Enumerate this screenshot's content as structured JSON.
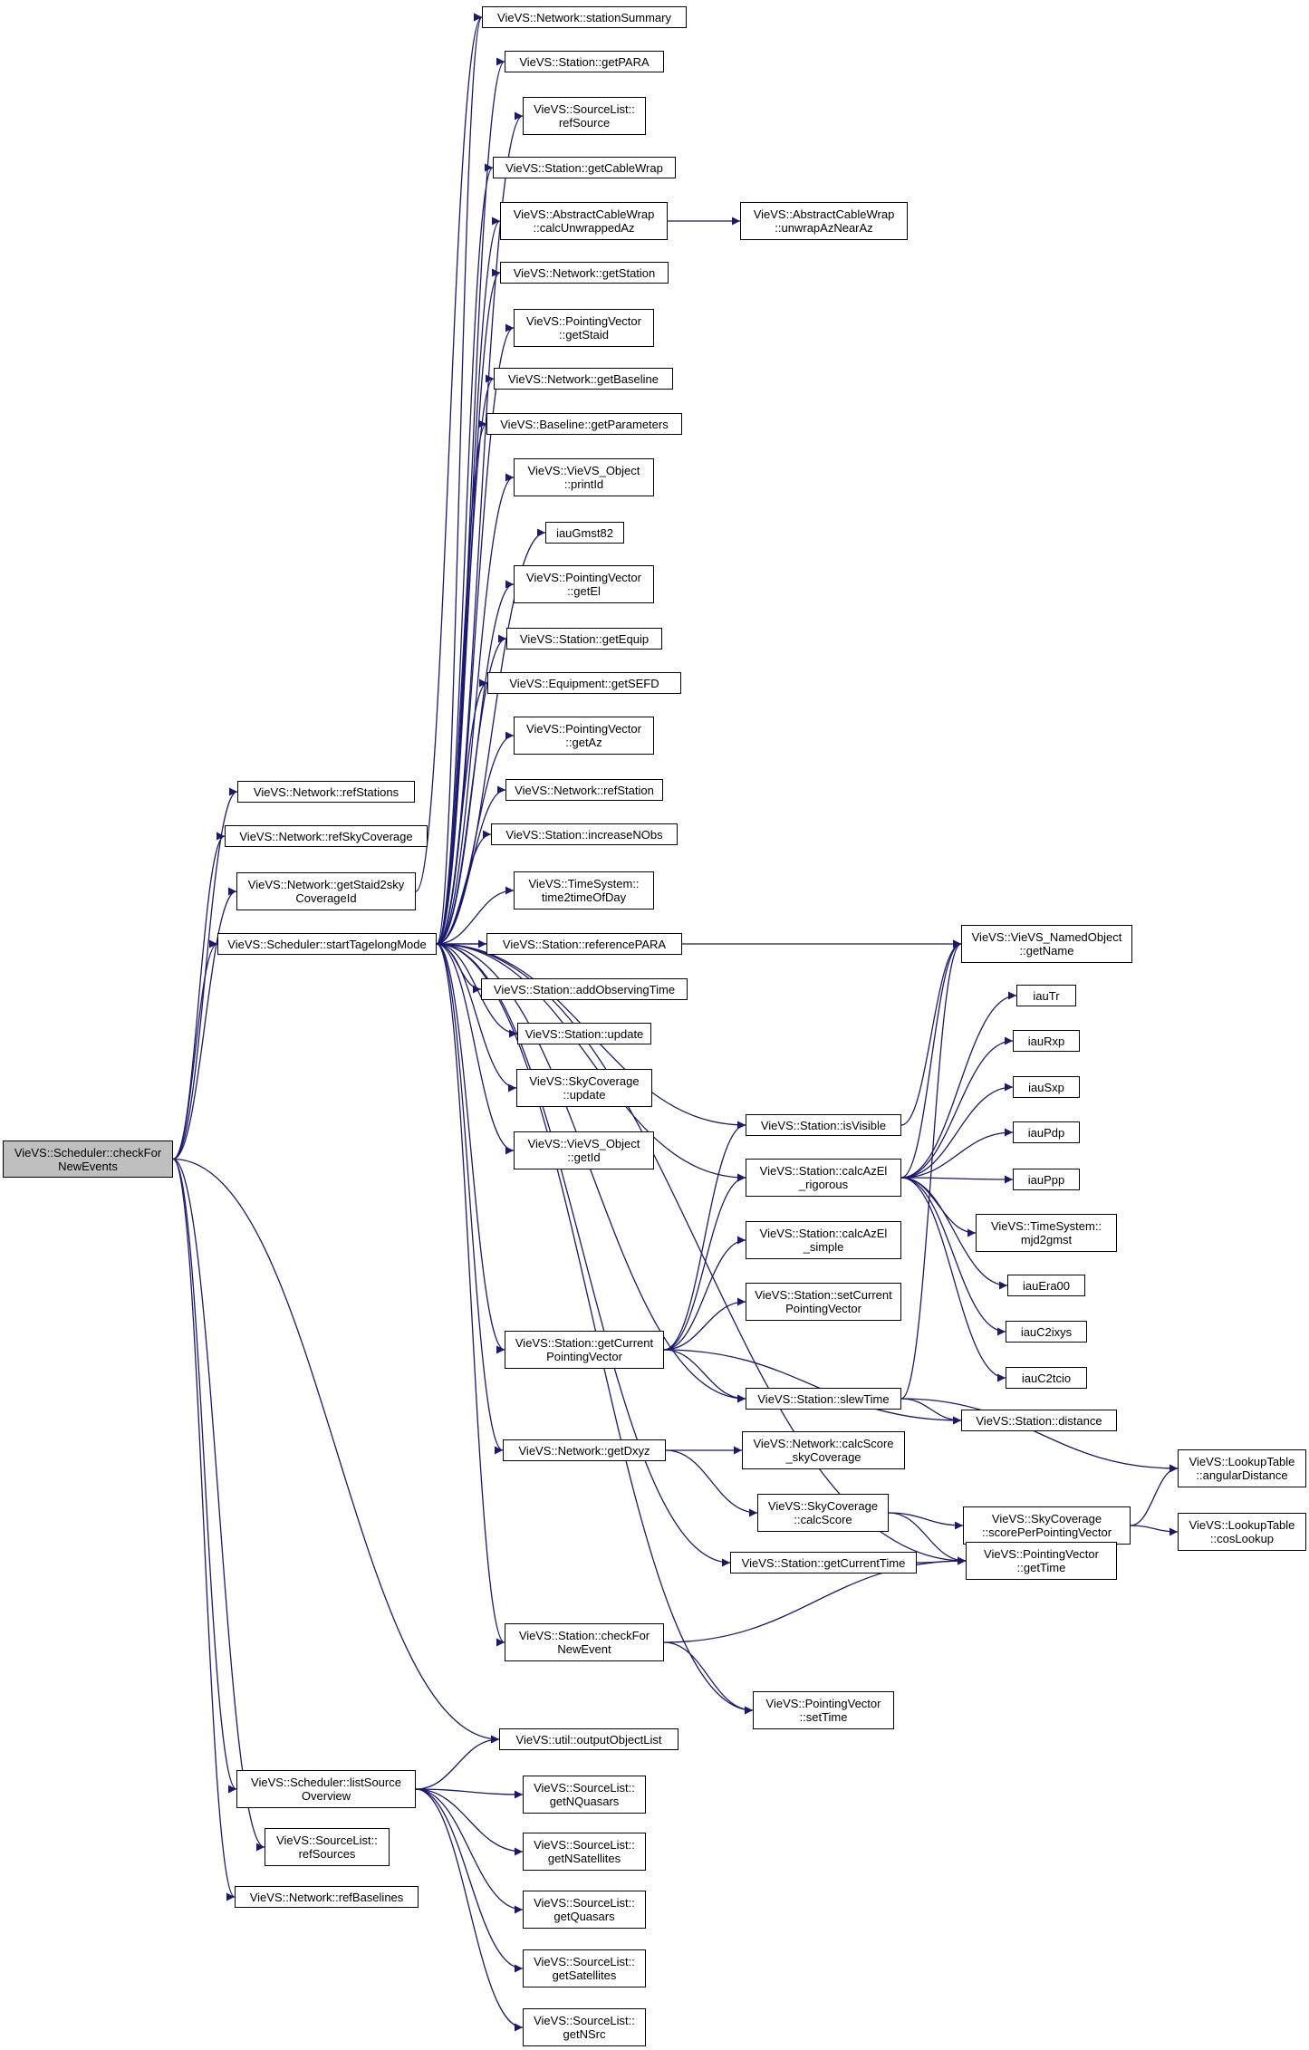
{
  "colors": {
    "edge": "#191970",
    "node_border": "#000000",
    "node_fill": "#ffffff",
    "root_fill": "#bfbfbf",
    "background": "#ffffff"
  },
  "nodes": [
    {
      "id": "checkForNewEvents",
      "lines": [
        "VieVS::Scheduler::checkFor",
        "NewEvents"
      ]
    },
    {
      "id": "refStations",
      "lines": [
        "VieVS::Network::refStations"
      ]
    },
    {
      "id": "refSkyCoverage",
      "lines": [
        "VieVS::Network::refSkyCoverage"
      ]
    },
    {
      "id": "getStaid2skyCoverageId",
      "lines": [
        "VieVS::Network::getStaid2sky",
        "CoverageId"
      ]
    },
    {
      "id": "startTagelongMode",
      "lines": [
        "VieVS::Scheduler::startTagelongMode"
      ]
    },
    {
      "id": "listSourceOverview",
      "lines": [
        "VieVS::Scheduler::listSource",
        "Overview"
      ]
    },
    {
      "id": "refSources",
      "lines": [
        "VieVS::SourceList::",
        "refSources"
      ]
    },
    {
      "id": "refBaselines",
      "lines": [
        "VieVS::Network::refBaselines"
      ]
    },
    {
      "id": "stationSummary",
      "lines": [
        "VieVS::Network::stationSummary"
      ]
    },
    {
      "id": "getPARA",
      "lines": [
        "VieVS::Station::getPARA"
      ]
    },
    {
      "id": "refSource",
      "lines": [
        "VieVS::SourceList::",
        "refSource"
      ]
    },
    {
      "id": "getCableWrap",
      "lines": [
        "VieVS::Station::getCableWrap"
      ]
    },
    {
      "id": "calcUnwrappedAz",
      "lines": [
        "VieVS::AbstractCableWrap",
        "::calcUnwrappedAz"
      ]
    },
    {
      "id": "unwrapAzNearAz",
      "lines": [
        "VieVS::AbstractCableWrap",
        "::unwrapAzNearAz"
      ]
    },
    {
      "id": "getStation",
      "lines": [
        "VieVS::Network::getStation"
      ]
    },
    {
      "id": "getStaid",
      "lines": [
        "VieVS::PointingVector",
        "::getStaid"
      ]
    },
    {
      "id": "getBaseline",
      "lines": [
        "VieVS::Network::getBaseline"
      ]
    },
    {
      "id": "getParameters",
      "lines": [
        "VieVS::Baseline::getParameters"
      ]
    },
    {
      "id": "printId",
      "lines": [
        "VieVS::VieVS_Object",
        "::printId"
      ]
    },
    {
      "id": "iauGmst82",
      "lines": [
        "iauGmst82"
      ]
    },
    {
      "id": "getEl",
      "lines": [
        "VieVS::PointingVector",
        "::getEl"
      ]
    },
    {
      "id": "getEquip",
      "lines": [
        "VieVS::Station::getEquip"
      ]
    },
    {
      "id": "getSEFD",
      "lines": [
        "VieVS::Equipment::getSEFD"
      ]
    },
    {
      "id": "getAz",
      "lines": [
        "VieVS::PointingVector",
        "::getAz"
      ]
    },
    {
      "id": "refStation",
      "lines": [
        "VieVS::Network::refStation"
      ]
    },
    {
      "id": "increaseNObs",
      "lines": [
        "VieVS::Station::increaseNObs"
      ]
    },
    {
      "id": "time2timeOfDay",
      "lines": [
        "VieVS::TimeSystem::",
        "time2timeOfDay"
      ]
    },
    {
      "id": "referencePARA",
      "lines": [
        "VieVS::Station::referencePARA"
      ]
    },
    {
      "id": "addObservingTime",
      "lines": [
        "VieVS::Station::addObservingTime"
      ]
    },
    {
      "id": "stationUpdate",
      "lines": [
        "VieVS::Station::update"
      ]
    },
    {
      "id": "skyCoverageUpdate",
      "lines": [
        "VieVS::SkyCoverage",
        "::update"
      ]
    },
    {
      "id": "getId",
      "lines": [
        "VieVS::VieVS_Object",
        "::getId"
      ]
    },
    {
      "id": "getName",
      "lines": [
        "VieVS::VieVS_NamedObject",
        "::getName"
      ]
    },
    {
      "id": "iauTr",
      "lines": [
        "iauTr"
      ]
    },
    {
      "id": "iauRxp",
      "lines": [
        "iauRxp"
      ]
    },
    {
      "id": "iauSxp",
      "lines": [
        "iauSxp"
      ]
    },
    {
      "id": "iauPdp",
      "lines": [
        "iauPdp"
      ]
    },
    {
      "id": "iauPpp",
      "lines": [
        "iauPpp"
      ]
    },
    {
      "id": "mjd2gmst",
      "lines": [
        "VieVS::TimeSystem::",
        "mjd2gmst"
      ]
    },
    {
      "id": "iauEra00",
      "lines": [
        "iauEra00"
      ]
    },
    {
      "id": "iauC2ixys",
      "lines": [
        "iauC2ixys"
      ]
    },
    {
      "id": "iauC2tcio",
      "lines": [
        "iauC2tcio"
      ]
    },
    {
      "id": "isVisible",
      "lines": [
        "VieVS::Station::isVisible"
      ]
    },
    {
      "id": "calcAzElRigorous",
      "lines": [
        "VieVS::Station::calcAzEl",
        "_rigorous"
      ]
    },
    {
      "id": "calcAzElSimple",
      "lines": [
        "VieVS::Station::calcAzEl",
        "_simple"
      ]
    },
    {
      "id": "setCurrentPointingVector",
      "lines": [
        "VieVS::Station::setCurrent",
        "PointingVector"
      ]
    },
    {
      "id": "getCurrentPointingVector",
      "lines": [
        "VieVS::Station::getCurrent",
        "PointingVector"
      ]
    },
    {
      "id": "slewTime",
      "lines": [
        "VieVS::Station::slewTime"
      ]
    },
    {
      "id": "distance",
      "lines": [
        "VieVS::Station::distance"
      ]
    },
    {
      "id": "getDxyz",
      "lines": [
        "VieVS::Network::getDxyz"
      ]
    },
    {
      "id": "calcScoreSkyCoverage",
      "lines": [
        "VieVS::Network::calcScore",
        "_skyCoverage"
      ]
    },
    {
      "id": "angularDistance",
      "lines": [
        "VieVS::LookupTable",
        "::angularDistance"
      ]
    },
    {
      "id": "calcScore",
      "lines": [
        "VieVS::SkyCoverage",
        "::calcScore"
      ]
    },
    {
      "id": "scorePerPointingVector",
      "lines": [
        "VieVS::SkyCoverage",
        "::scorePerPointingVector"
      ]
    },
    {
      "id": "cosLookup",
      "lines": [
        "VieVS::LookupTable",
        "::cosLookup"
      ]
    },
    {
      "id": "getCurrentTime",
      "lines": [
        "VieVS::Station::getCurrentTime"
      ]
    },
    {
      "id": "getTime",
      "lines": [
        "VieVS::PointingVector",
        "::getTime"
      ]
    },
    {
      "id": "checkForNewEvent",
      "lines": [
        "VieVS::Station::checkFor",
        "NewEvent"
      ]
    },
    {
      "id": "setTime",
      "lines": [
        "VieVS::PointingVector",
        "::setTime"
      ]
    },
    {
      "id": "outputObjectList",
      "lines": [
        "VieVS::util::outputObjectList"
      ]
    },
    {
      "id": "getNQuasars",
      "lines": [
        "VieVS::SourceList::",
        "getNQuasars"
      ]
    },
    {
      "id": "getNSatellites",
      "lines": [
        "VieVS::SourceList::",
        "getNSatellites"
      ]
    },
    {
      "id": "getQuasars",
      "lines": [
        "VieVS::SourceList::",
        "getQuasars"
      ]
    },
    {
      "id": "getSatellites",
      "lines": [
        "VieVS::SourceList::",
        "getSatellites"
      ]
    },
    {
      "id": "getNSrc",
      "lines": [
        "VieVS::SourceList::",
        "getNSrc"
      ]
    }
  ],
  "edges": [
    [
      "checkForNewEvents",
      "refStations"
    ],
    [
      "checkForNewEvents",
      "refSkyCoverage"
    ],
    [
      "checkForNewEvents",
      "getStaid2skyCoverageId"
    ],
    [
      "checkForNewEvents",
      "startTagelongMode"
    ],
    [
      "checkForNewEvents",
      "listSourceOverview"
    ],
    [
      "checkForNewEvents",
      "refSources"
    ],
    [
      "checkForNewEvents",
      "refBaselines"
    ],
    [
      "checkForNewEvents",
      "outputObjectList"
    ],
    [
      "startTagelongMode",
      "stationSummary"
    ],
    [
      "startTagelongMode",
      "getPARA"
    ],
    [
      "startTagelongMode",
      "refSource"
    ],
    [
      "startTagelongMode",
      "getCableWrap"
    ],
    [
      "startTagelongMode",
      "calcUnwrappedAz"
    ],
    [
      "startTagelongMode",
      "getStation"
    ],
    [
      "startTagelongMode",
      "getStaid"
    ],
    [
      "startTagelongMode",
      "getBaseline"
    ],
    [
      "startTagelongMode",
      "getParameters"
    ],
    [
      "startTagelongMode",
      "printId"
    ],
    [
      "startTagelongMode",
      "iauGmst82"
    ],
    [
      "startTagelongMode",
      "getEl"
    ],
    [
      "startTagelongMode",
      "getEquip"
    ],
    [
      "startTagelongMode",
      "getSEFD"
    ],
    [
      "startTagelongMode",
      "getAz"
    ],
    [
      "startTagelongMode",
      "refStation"
    ],
    [
      "startTagelongMode",
      "increaseNObs"
    ],
    [
      "startTagelongMode",
      "time2timeOfDay"
    ],
    [
      "startTagelongMode",
      "referencePARA"
    ],
    [
      "startTagelongMode",
      "addObservingTime"
    ],
    [
      "startTagelongMode",
      "stationUpdate"
    ],
    [
      "startTagelongMode",
      "skyCoverageUpdate"
    ],
    [
      "startTagelongMode",
      "getId"
    ],
    [
      "startTagelongMode",
      "getName"
    ],
    [
      "startTagelongMode",
      "isVisible"
    ],
    [
      "startTagelongMode",
      "calcAzElRigorous"
    ],
    [
      "startTagelongMode",
      "getCurrentPointingVector"
    ],
    [
      "startTagelongMode",
      "slewTime"
    ],
    [
      "startTagelongMode",
      "getDxyz"
    ],
    [
      "startTagelongMode",
      "getCurrentTime"
    ],
    [
      "startTagelongMode",
      "getTime"
    ],
    [
      "startTagelongMode",
      "checkForNewEvent"
    ],
    [
      "startTagelongMode",
      "setTime"
    ],
    [
      "getStaid2skyCoverageId",
      "stationSummary"
    ],
    [
      "calcUnwrappedAz",
      "unwrapAzNearAz"
    ],
    [
      "isVisible",
      "getName"
    ],
    [
      "calcAzElRigorous",
      "getName"
    ],
    [
      "calcAzElRigorous",
      "iauTr"
    ],
    [
      "calcAzElRigorous",
      "iauRxp"
    ],
    [
      "calcAzElRigorous",
      "iauSxp"
    ],
    [
      "calcAzElRigorous",
      "iauPdp"
    ],
    [
      "calcAzElRigorous",
      "iauPpp"
    ],
    [
      "calcAzElRigorous",
      "mjd2gmst"
    ],
    [
      "calcAzElRigorous",
      "iauEra00"
    ],
    [
      "calcAzElRigorous",
      "iauC2ixys"
    ],
    [
      "calcAzElRigorous",
      "iauC2tcio"
    ],
    [
      "getCurrentPointingVector",
      "isVisible"
    ],
    [
      "getCurrentPointingVector",
      "calcAzElRigorous"
    ],
    [
      "getCurrentPointingVector",
      "calcAzElSimple"
    ],
    [
      "getCurrentPointingVector",
      "setCurrentPointingVector"
    ],
    [
      "getCurrentPointingVector",
      "slewTime"
    ],
    [
      "getCurrentPointingVector",
      "distance"
    ],
    [
      "slewTime",
      "getName"
    ],
    [
      "slewTime",
      "distance"
    ],
    [
      "slewTime",
      "angularDistance"
    ],
    [
      "getDxyz",
      "calcScoreSkyCoverage"
    ],
    [
      "getDxyz",
      "calcScore"
    ],
    [
      "calcScore",
      "scorePerPointingVector"
    ],
    [
      "calcScore",
      "getTime"
    ],
    [
      "scorePerPointingVector",
      "angularDistance"
    ],
    [
      "scorePerPointingVector",
      "cosLookup"
    ],
    [
      "getCurrentTime",
      "getTime"
    ],
    [
      "checkForNewEvent",
      "getTime"
    ],
    [
      "checkForNewEvent",
      "setTime"
    ],
    [
      "listSourceOverview",
      "outputObjectList"
    ],
    [
      "listSourceOverview",
      "getNQuasars"
    ],
    [
      "listSourceOverview",
      "getNSatellites"
    ],
    [
      "listSourceOverview",
      "getQuasars"
    ],
    [
      "listSourceOverview",
      "getSatellites"
    ],
    [
      "listSourceOverview",
      "getNSrc"
    ]
  ]
}
